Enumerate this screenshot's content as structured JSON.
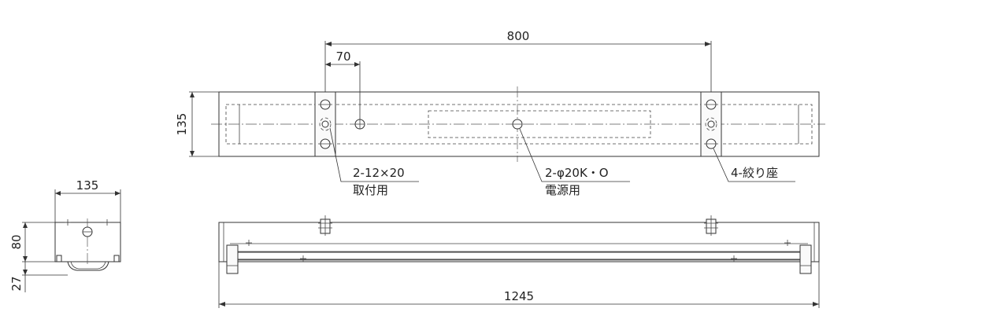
{
  "dimensions": {
    "top_overall_span": "800",
    "top_offset": "70",
    "top_height": "135",
    "side_width": "135",
    "side_height": "80",
    "side_lamp_height": "27",
    "front_length": "1245"
  },
  "callouts": {
    "mount_holes": {
      "spec": "2-12×20",
      "purpose": "取付用"
    },
    "power_hole": {
      "spec": "2-φ20K・O",
      "purpose": "電源用"
    },
    "knockouts": {
      "spec": "4-絞り座"
    }
  }
}
